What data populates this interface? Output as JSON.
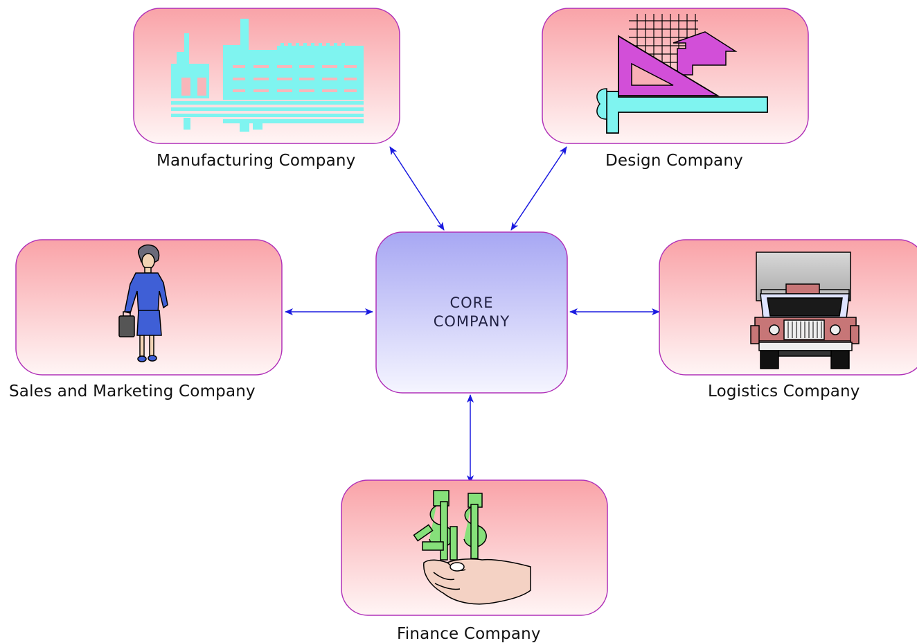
{
  "diagram": {
    "core": {
      "label_line1": "CORE",
      "label_line2": "COMPANY"
    },
    "nodes": [
      {
        "id": "manufacturing",
        "label": "Manufacturing Company",
        "icon": "factory-icon"
      },
      {
        "id": "design",
        "label": "Design Company",
        "icon": "drafting-tools-icon"
      },
      {
        "id": "sales",
        "label": "Sales and Marketing Company",
        "icon": "businesswoman-icon"
      },
      {
        "id": "logistics",
        "label": "Logistics Company",
        "icon": "truck-icon"
      },
      {
        "id": "finance",
        "label": "Finance Company",
        "icon": "money-in-hand-icon"
      }
    ],
    "connections": [
      {
        "from": "core",
        "to": "manufacturing",
        "style": "bidirectional"
      },
      {
        "from": "core",
        "to": "design",
        "style": "bidirectional"
      },
      {
        "from": "core",
        "to": "sales",
        "style": "bidirectional"
      },
      {
        "from": "core",
        "to": "logistics",
        "style": "bidirectional"
      },
      {
        "from": "core",
        "to": "finance",
        "style": "bidirectional"
      }
    ],
    "colors": {
      "node_fill_top": "#f9a8ac",
      "node_fill_bottom": "#fff4f4",
      "node_border": "#b030b8",
      "core_fill_top": "#a8a8f4",
      "core_fill_bottom": "#f4f4ff",
      "arrow": "#1a1ae0"
    }
  }
}
